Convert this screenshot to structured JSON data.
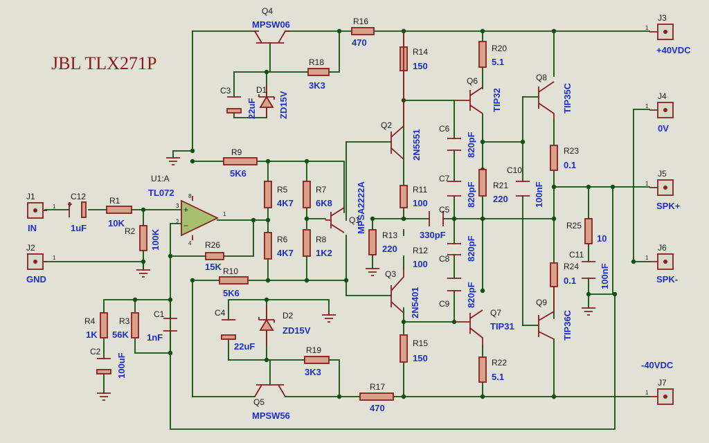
{
  "title": "JBL TLX271P",
  "opamp": {
    "ref": "U1:A",
    "value": "TL072",
    "pins": [
      "3",
      "2",
      "1",
      "8",
      "4"
    ]
  },
  "connectors": [
    {
      "ref": "J1",
      "label": "IN",
      "pin": "1"
    },
    {
      "ref": "J2",
      "label": "GND",
      "pin": "1"
    },
    {
      "ref": "J3",
      "label": "+40VDC",
      "pin": "1"
    },
    {
      "ref": "J4",
      "label": "0V",
      "pin": "1"
    },
    {
      "ref": "J5",
      "label": "SPK+",
      "pin": "1"
    },
    {
      "ref": "J6",
      "label": "SPK-",
      "pin": "1"
    },
    {
      "ref": "J7",
      "label": "-40VDC",
      "pin": "1"
    }
  ],
  "resistors": [
    {
      "ref": "R1",
      "value": "10K"
    },
    {
      "ref": "R2",
      "value": "100K"
    },
    {
      "ref": "R3",
      "value": "56K"
    },
    {
      "ref": "R4",
      "value": "1K"
    },
    {
      "ref": "R5",
      "value": "4K7"
    },
    {
      "ref": "R6",
      "value": "4K7"
    },
    {
      "ref": "R7",
      "value": "6K8"
    },
    {
      "ref": "R8",
      "value": "1K2"
    },
    {
      "ref": "R9",
      "value": "5K6"
    },
    {
      "ref": "R10",
      "value": "5K6"
    },
    {
      "ref": "R11",
      "value": "100"
    },
    {
      "ref": "R12",
      "value": "100"
    },
    {
      "ref": "R13",
      "value": "220"
    },
    {
      "ref": "R14",
      "value": "150"
    },
    {
      "ref": "R15",
      "value": "150"
    },
    {
      "ref": "R16",
      "value": "470"
    },
    {
      "ref": "R17",
      "value": "470"
    },
    {
      "ref": "R18",
      "value": "3K3"
    },
    {
      "ref": "R19",
      "value": "3K3"
    },
    {
      "ref": "R20",
      "value": "5.1"
    },
    {
      "ref": "R21",
      "value": "220"
    },
    {
      "ref": "R22",
      "value": "5.1"
    },
    {
      "ref": "R23",
      "value": "0.1"
    },
    {
      "ref": "R24",
      "value": "0.1"
    },
    {
      "ref": "R25",
      "value": "10"
    },
    {
      "ref": "R26",
      "value": "15K"
    }
  ],
  "capacitors": [
    {
      "ref": "C1",
      "value": "1nF"
    },
    {
      "ref": "C2",
      "value": "100uF"
    },
    {
      "ref": "C3",
      "value": "22uF"
    },
    {
      "ref": "C4",
      "value": "22uF"
    },
    {
      "ref": "C5",
      "value": "330pF"
    },
    {
      "ref": "C6",
      "value": "820pF"
    },
    {
      "ref": "C7",
      "value": "820pF"
    },
    {
      "ref": "C8",
      "value": "820pF"
    },
    {
      "ref": "C9",
      "value": "820pF"
    },
    {
      "ref": "C10",
      "value": "100nF"
    },
    {
      "ref": "C11",
      "value": "100nF"
    },
    {
      "ref": "C12",
      "value": "1uF"
    }
  ],
  "diodes": [
    {
      "ref": "D1",
      "value": "ZD15V"
    },
    {
      "ref": "D2",
      "value": "ZD15V"
    }
  ],
  "transistors": [
    {
      "ref": "Q1",
      "value": "MPSA2222A"
    },
    {
      "ref": "Q2",
      "value": "2N5551"
    },
    {
      "ref": "Q3",
      "value": "2N5401"
    },
    {
      "ref": "Q4",
      "value": "MPSW06"
    },
    {
      "ref": "Q5",
      "value": "MPSW56"
    },
    {
      "ref": "Q6",
      "value": "TIP32"
    },
    {
      "ref": "Q7",
      "value": "TIP31"
    },
    {
      "ref": "Q8",
      "value": "TIP35C"
    },
    {
      "ref": "Q9",
      "value": "TIP36C"
    }
  ],
  "colors": {
    "background": "#e1e1d6",
    "wire": "#105010",
    "component": "#8a1e1e",
    "value_text": "#1c2ed0",
    "title": "#8b1a1a"
  }
}
